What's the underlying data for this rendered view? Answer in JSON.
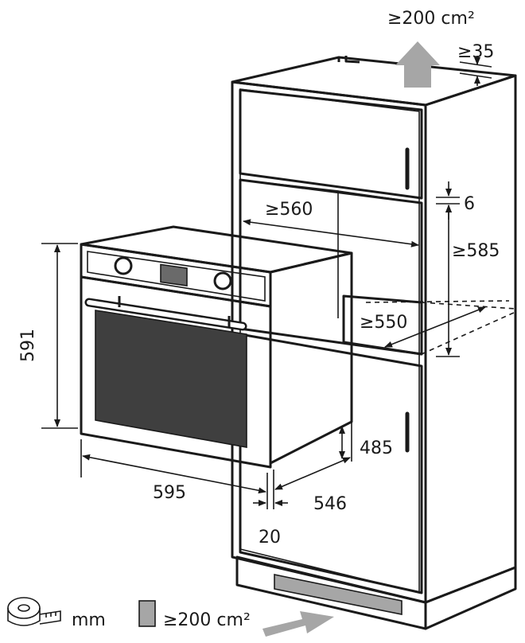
{
  "dimensions": {
    "top_vent": "≥200 cm²",
    "top_gap": "≥35",
    "niche_width": "≥560",
    "shelf_gap": "6",
    "niche_height": "≥585",
    "niche_depth": "≥550",
    "oven_height": "591",
    "oven_width": "595",
    "body_height": "485",
    "body_depth": "546",
    "front_offset": "20"
  },
  "legend": {
    "unit_label": "mm",
    "vent_label": "≥200 cm²"
  },
  "colors": {
    "line": "#1a1a1a",
    "vent_arrow": "#a6a6a6",
    "oven_dark": "#5a5a5a",
    "oven_window": "#3f3f3f"
  },
  "icons": [
    "tape-measure-icon",
    "vent-area-swatch-icon",
    "airflow-up-arrow-icon",
    "airflow-in-arrow-icon"
  ]
}
